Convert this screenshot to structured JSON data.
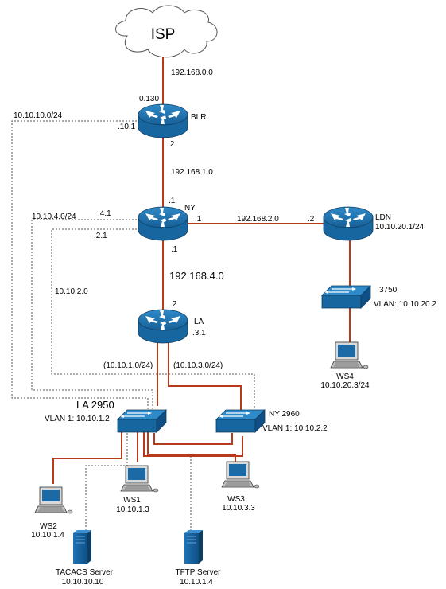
{
  "isp": {
    "label": "ISP"
  },
  "links": {
    "isp_blr": "192.168.0.0",
    "blr_ny": "192.168.1.0",
    "ny_ldn": "192.168.2.0",
    "ny_la": "192.168.4.0",
    "net_10": "10.10.10.0/24",
    "net_4": "10.10.4.0/24",
    "net_2": "10.10.2.0",
    "net_1": "(10.10.1.0/24)",
    "net_3": "(10.10.3.0/24)"
  },
  "routers": {
    "blr": {
      "name": "BLR",
      "if_isp": "0.130",
      "if_lan": ".10.1",
      "if_ny": ".2"
    },
    "ny": {
      "name": "NY",
      "if_blr": ".1",
      "if_ldn": ".1",
      "if_la": ".1",
      "if_41": ".4.1",
      "if_21": ".2.1"
    },
    "ldn": {
      "name": "LDN",
      "ip": "10.10.20.1/24",
      "if_ny": ".2"
    },
    "la": {
      "name": "LA",
      "ip": ".3.1",
      "if_ny": ".2"
    }
  },
  "switches": {
    "sw3750": {
      "name": "3750",
      "vlan": "VLAN: 10.10.20.2"
    },
    "la2950": {
      "name": "LA 2950",
      "vlan": "VLAN 1: 10.10.1.2"
    },
    "ny2960": {
      "name": "NY 2960",
      "vlan": "VLAN 1: 10.10.2.2"
    }
  },
  "hosts": {
    "ws1": {
      "name": "WS1",
      "ip": "10.10.1.3"
    },
    "ws2": {
      "name": "WS2",
      "ip": "10.10.1.4"
    },
    "ws3": {
      "name": "WS3",
      "ip": "10.10.3.3"
    },
    "ws4": {
      "name": "WS4",
      "ip": "10.10.20.3/24"
    }
  },
  "servers": {
    "tacacs": {
      "name": "TACACS Server",
      "ip": "10.10.10.10"
    },
    "tftp": {
      "name": "TFTP Server",
      "ip": "10.10.1.4"
    }
  }
}
